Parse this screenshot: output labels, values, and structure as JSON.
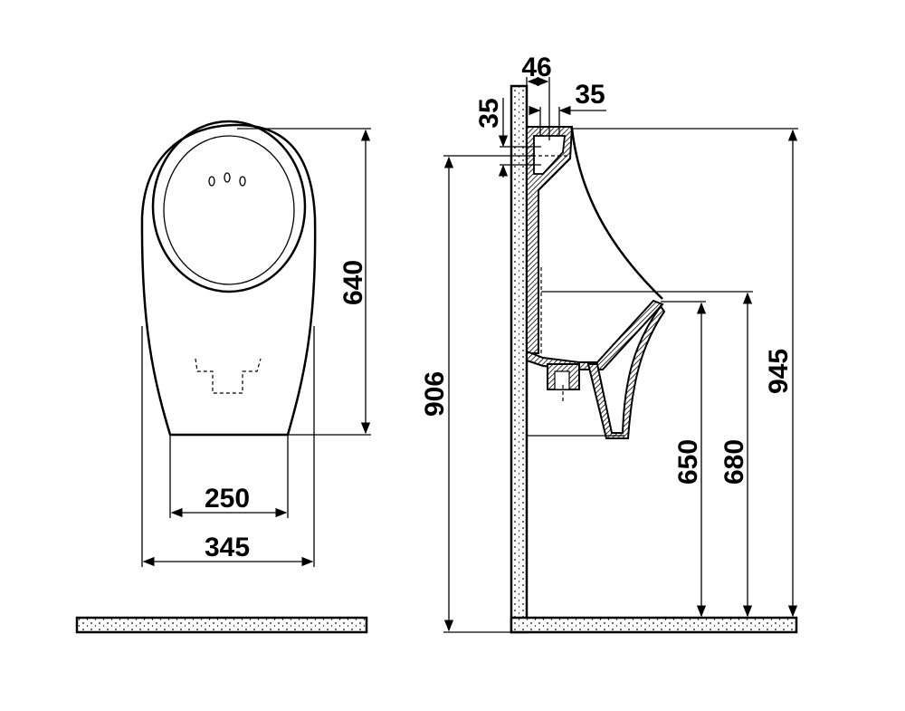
{
  "colors": {
    "ink": "#000000",
    "background": "#ffffff"
  },
  "front_view": {
    "dim_height": "640",
    "dim_bottom_width": "250",
    "dim_total_width": "345"
  },
  "side_view": {
    "dim_depth_top": "46",
    "dim_inlet_width": "35",
    "dim_inlet_height": "35",
    "dim_inlet_height_floor": "906",
    "dim_outlet_height": "650",
    "dim_rim_height": "680",
    "dim_top_height": "945"
  }
}
